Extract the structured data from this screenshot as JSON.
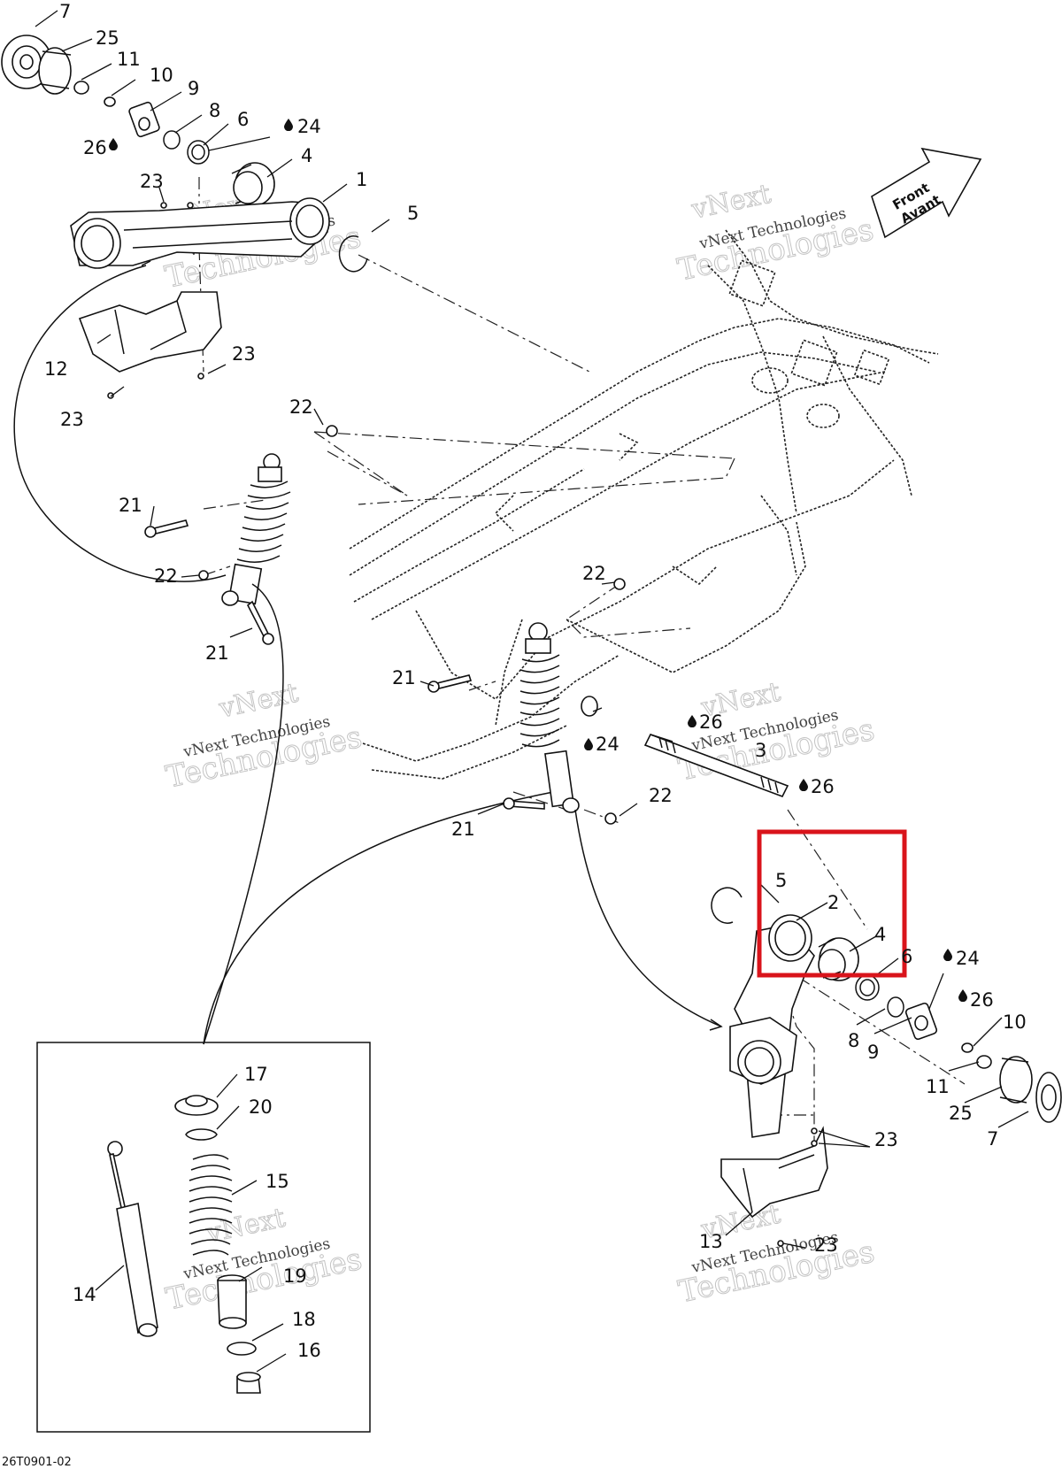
{
  "document_code": "26T0901-02",
  "direction_arrow": {
    "line1": "Front",
    "line2": "Avant"
  },
  "watermark": {
    "line1": "vNext",
    "line2": "vNext Technologies",
    "line3": "Technologies"
  },
  "highlight_color": "#d9141b",
  "lubricant_icon": "oil-drop-icon",
  "labels": {
    "l7a": "7",
    "l25a": "25",
    "l11a": "11",
    "l10a": "10",
    "l9a": "9",
    "l8a": "8",
    "l6a": "6",
    "l24a": "24",
    "l26a": "26",
    "l4a": "4",
    "l23a": "23",
    "l1a": "1",
    "l5a": "5",
    "l12": "12",
    "l23b": "23",
    "l23c": "23",
    "l22a": "22",
    "l21a": "21",
    "l22b": "22",
    "l21b": "21",
    "l22c": "22",
    "l21c": "21",
    "l26b": "26",
    "l24b": "24",
    "l3": "3",
    "l26c": "26",
    "l22d": "22",
    "l21d": "21",
    "l5b": "5",
    "l2": "2",
    "l4b": "4",
    "l6b": "6",
    "l24c": "24",
    "l26d": "26",
    "l10b": "10",
    "l8b": "8",
    "l9b": "9",
    "l11b": "11",
    "l25b": "25",
    "l7b": "7",
    "l23d": "23",
    "l13": "13",
    "l23e": "23",
    "l17": "17",
    "l20": "20",
    "l15": "15",
    "l14": "14",
    "l19": "19",
    "l18": "18",
    "l16": "16"
  }
}
